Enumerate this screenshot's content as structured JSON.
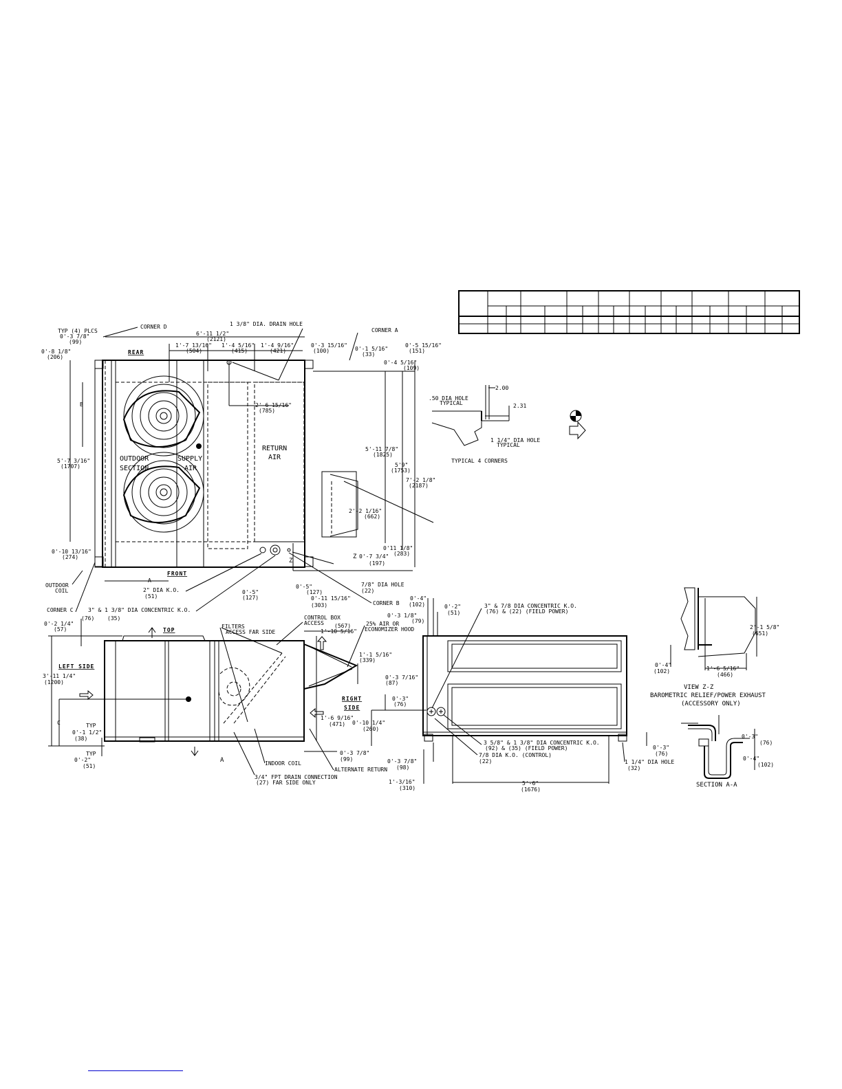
{
  "plan_view": {
    "rear_label": "REAR",
    "front_label": "FRONT",
    "corner_d": "CORNER D",
    "corner_a": "CORNER A",
    "corner_b": "CORNER B",
    "corner_c": "CORNER C",
    "typ4": "TYP (4) PLCS",
    "d0307": "0'-3 7/8\"",
    "d0307m": "(99)",
    "d0801": "0'-8 1/8\"",
    "d0801m": "(206)",
    "overall": "6'-11 1/2\"",
    "overallm": "(2121)",
    "drain_hole": "1 3/8\" DIA. DRAIN HOLE",
    "d1713": "1'-7 13/16\"",
    "d1713m": "(504)",
    "d1405": "1'-4 5/16\"",
    "d1405m": "(415)",
    "d1409": "1'-4 9/16\"",
    "d1409m": "(421)",
    "d0315": "0'-3 15/16\"",
    "d0315m": "(100)",
    "d0105": "0'-1 5/16\"",
    "d0105m": "(33)",
    "d0515": "0'-5 15/16\"",
    "d0515m": "(151)",
    "d0405": "0'-4 5/16\"",
    "d0405m": "(109)",
    "b_label": "B",
    "d2615": "2'-6 15/16\"",
    "d2615m": "(785)",
    "d5703": "5'-7 3/16\"",
    "d5703m": "(1707)",
    "outdoor_section": [
      "OUTDOOR",
      "SECTION"
    ],
    "supply_air": [
      "SUPPLY",
      "AIR"
    ],
    "return_air": [
      "RETURN",
      "AIR"
    ],
    "d5117": "5'-11 7/8\"",
    "d5117m": "(1825)",
    "d59": "5'9\"",
    "d59m": "(1753)",
    "d7201": "7'-2 1/8\"",
    "d7201m": "(2187)",
    "d2201": "2'-2 1/16\"",
    "d2201m": "(662)",
    "d01013": "0'-10 13/16\"",
    "d01013m": "(274)",
    "d01101": "0'11 1/8\"",
    "d01101m": "(283)",
    "z_label": "Z",
    "d0703": "0'-7 3/4\"",
    "d0703m": "(197)",
    "outdoor_coil": [
      "OUTDOOR",
      "COIL"
    ],
    "a_label": "A",
    "front_ko": "2\" DIA K.O.",
    "front_kom": "(51)",
    "d05a": "0'-5\"",
    "d05am": "(127)",
    "d05b": "0'-5\"",
    "d05bm": "(127)",
    "d01115": "0'-11 15/16\"",
    "d01115m": "(303)",
    "hole78": "7/8\" DIA HOLE",
    "hole78m": "(22)",
    "concentric": "3\" & 1 3/8\" DIA CONCENTRIC K.O.",
    "concentricm1": "(76)",
    "concentricm2": "(35)"
  },
  "corner_detail": {
    "d200": "2.00",
    "hole50": ".50 DIA HOLE",
    "typical1": "TYPICAL",
    "d231": "2.31",
    "hole114": "1 1/4\" DIA HOLE",
    "typical2": "TYPICAL",
    "caption": "TYPICAL 4 CORNERS"
  },
  "left_side": {
    "top_label": "TOP",
    "left_side_label": "LEFT SIDE",
    "right_side_label": [
      "RIGHT",
      "SIDE"
    ],
    "d0201": "0'-2 1/4\"",
    "d0201m": "(57)",
    "d3110": "3'-11 1/4\"",
    "d3110m": "(1200)",
    "c_label": "C",
    "typ": "TYP",
    "d0101": "0'-1 1/2\"",
    "d0101m": "(38)",
    "typ2": "TYP",
    "d02": "0'-2\"",
    "d02m": "(51)",
    "filters": [
      "FILTERS",
      "ACCESS FAR SIDE"
    ],
    "control_box": [
      "CONTROL BOX",
      "ACCESS"
    ],
    "d567": "(567)",
    "d11005": "1'-10 5/16\"",
    "economizer": [
      "25% AIR OR",
      "ECONOMIZER HOOD"
    ],
    "d1105": "1'-1 5/16\"",
    "d1105m": "(339)",
    "d0307b": "0'-3 7/16\"",
    "d0307bm": "(87)",
    "d03a": "0'-3\"",
    "d03am": "(76)",
    "d1609": "1'-6 9/16\"",
    "d1609m": "(471)",
    "d01001": "0'-10 1/4\"",
    "d01001m": "(260)",
    "d0307c": "0'-3 7/8\"",
    "d0307cm": "(99)",
    "indoor_coil": "INDOOR COIL",
    "alt_return": "ALTERNATE RETURN",
    "drain_conn": [
      "3/4\" FPT DRAIN CONNECTION",
      "(27)  FAR SIDE ONLY"
    ],
    "a_arrow": "A"
  },
  "right_side": {
    "d04": "0'-4\"",
    "d04m": "(102)",
    "d02": "0'-2\"",
    "d02m": "(51)",
    "d0301": "0'-3 1/8\"",
    "d0301m": "(79)",
    "field_power1": [
      "3\" & 7/8 DIA CONCENTRIC K.O.",
      "(76) & (22) (FIELD POWER)"
    ],
    "field_power2": [
      "3 5/8\" & 1 3/8\" DIA CONCENTRIC K.O.",
      "(92) & (35) (FIELD POWER)"
    ],
    "control": "7/8 DIA K.O. (CONTROL)",
    "controlm": "(22)",
    "d0307": "0'-3 7/8\"",
    "d0307m": "(98)",
    "d1103": "1'-3/16\"",
    "d1103m": "(310)",
    "d56": "5'-6\"",
    "d56m": "(1676)",
    "hole114": "1 1/4\" DIA HOLE",
    "hole114m": "(32)"
  },
  "view_zz": {
    "d2105": "2'-1 5/8\"",
    "d2105m": "(651)",
    "d04": "0'-4\"",
    "d04m": "(102)",
    "d1605": "1'-6 5/16\"",
    "d1605m": "(466)",
    "caption": [
      "VIEW Z-Z",
      "BAROMETRIC RELIEF/POWER EXHAUST",
      "(ACCESSORY ONLY)"
    ]
  },
  "section_aa": {
    "d03": "0'-3\"",
    "d03m": "(76)",
    "d03b": "0'-3\"",
    "d03bm": "(76)",
    "d04": "0'-4\"",
    "d04m": "(102)",
    "caption": "SECTION A-A"
  }
}
